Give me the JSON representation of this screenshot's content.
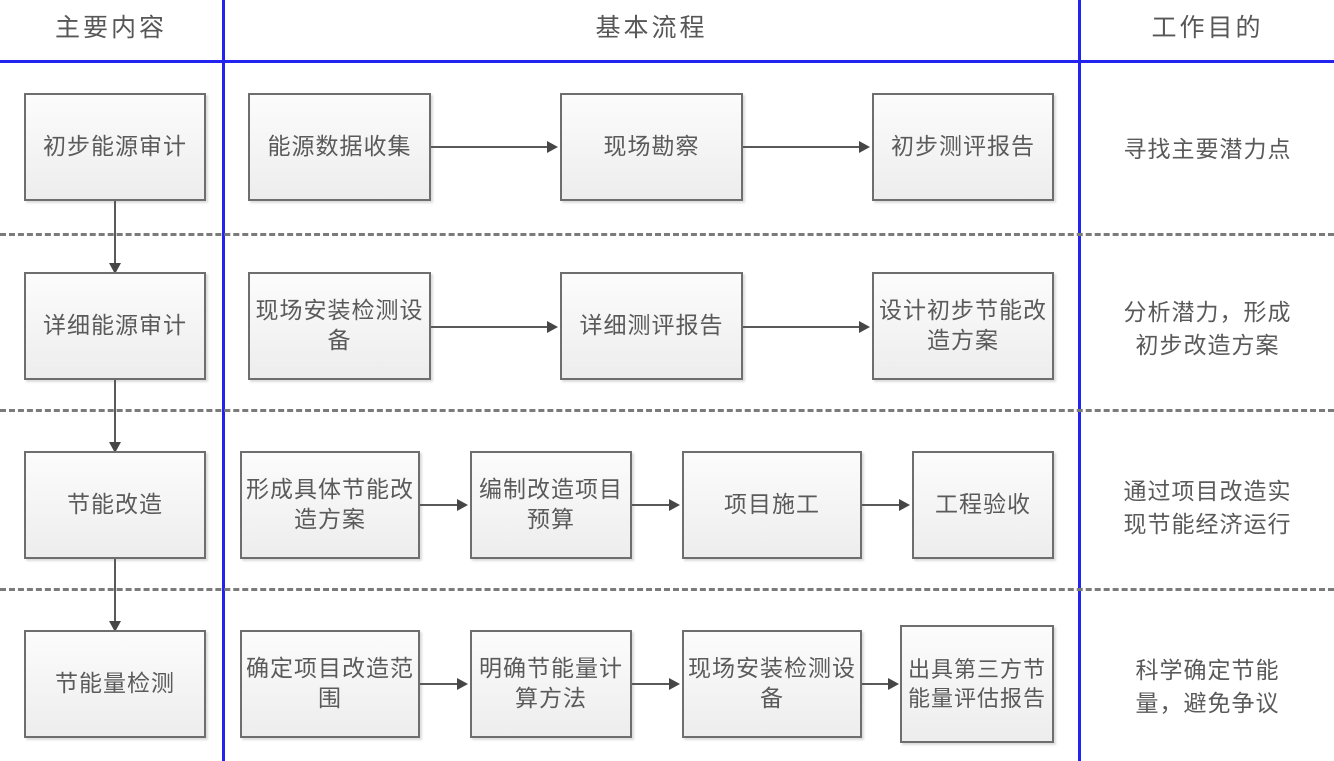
{
  "columns": {
    "left": {
      "header": "主要内容"
    },
    "middle": {
      "header": "基本流程"
    },
    "right": {
      "header": "工作目的"
    }
  },
  "colors": {
    "divider": "#2323f0",
    "row_separator": "#7b7b7b",
    "box_border": "#6e6e6e",
    "text": "#5a5a5a",
    "connector": "#595959"
  },
  "rows": [
    {
      "stage": "初步能源审计",
      "steps": [
        "能源数据收集",
        "现场勘察",
        "初步测评报告"
      ],
      "purpose": [
        "寻找主要潜力点"
      ]
    },
    {
      "stage": "详细能源审计",
      "steps": [
        "现场安装检测设备",
        "详细测评报告",
        "设计初步节能改造方案"
      ],
      "purpose": [
        "分析潜力，形成",
        "初步改造方案"
      ]
    },
    {
      "stage": "节能改造",
      "steps": [
        "形成具体节能改造方案",
        "编制改造项目预算",
        "项目施工",
        "工程验收"
      ],
      "purpose": [
        "通过项目改造实",
        "现节能经济运行"
      ]
    },
    {
      "stage": "节能量检测",
      "steps": [
        "确定项目改造范围",
        "明确节能量计算方法",
        "现场安装检测设备",
        "出具第三方节能量评估报告"
      ],
      "purpose": [
        "科学确定节能",
        "量，避免争议"
      ]
    }
  ]
}
